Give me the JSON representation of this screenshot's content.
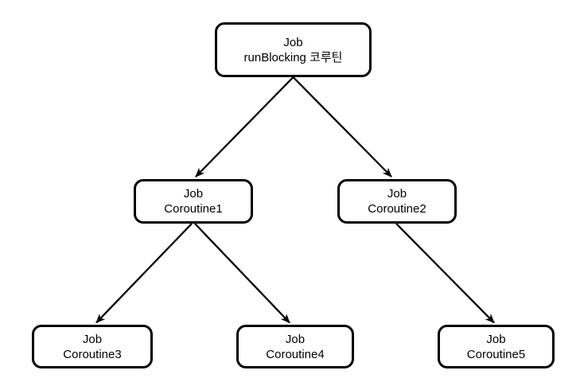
{
  "diagram": {
    "background_color": "#ffffff",
    "node_fill_color": "#ffffff",
    "node_border_color": "#000000",
    "edge_color": "#000000",
    "text_color": "#000000",
    "nodes": [
      {
        "id": "root",
        "line1": "Job",
        "line2": "runBlocking 코루틴"
      },
      {
        "id": "coroutine1",
        "line1": "Job",
        "line2": "Coroutine1"
      },
      {
        "id": "coroutine2",
        "line1": "Job",
        "line2": "Coroutine2"
      },
      {
        "id": "coroutine3",
        "line1": "Job",
        "line2": "Coroutine3"
      },
      {
        "id": "coroutine4",
        "line1": "Job",
        "line2": "Coroutine4"
      },
      {
        "id": "coroutine5",
        "line1": "Job",
        "line2": "Coroutine5"
      }
    ],
    "edges": [
      {
        "from": "root",
        "to": "coroutine1"
      },
      {
        "from": "root",
        "to": "coroutine2"
      },
      {
        "from": "coroutine1",
        "to": "coroutine3"
      },
      {
        "from": "coroutine1",
        "to": "coroutine4"
      },
      {
        "from": "coroutine2",
        "to": "coroutine5"
      }
    ]
  }
}
